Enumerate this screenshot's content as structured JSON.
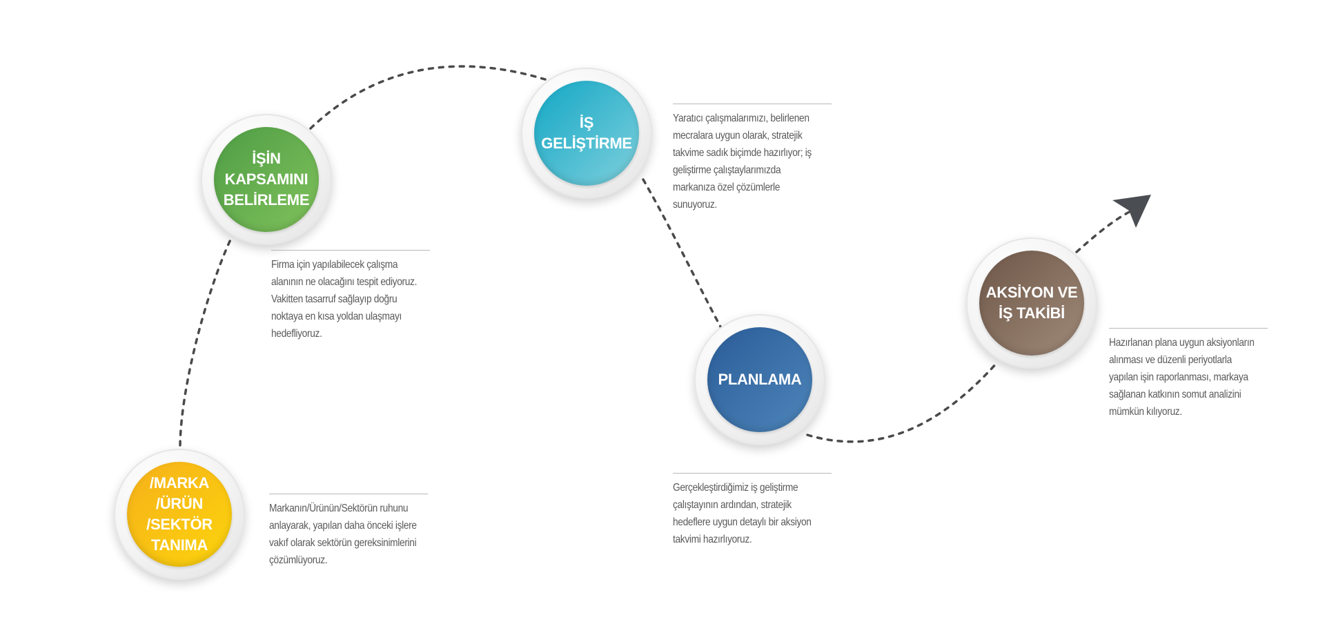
{
  "steps": [
    {
      "title": "/MARKA\n/ÜRÜN\n/SEKTÖR\nTANIMA",
      "description": "Markanın/Ürünün/Sektörün ruhunu anlayarak, yapılan daha önceki işlere vakıf olarak sektörün gereksinimlerini çözümlüyoruz.",
      "color_start": "#f6b11a",
      "color_end": "#fcd40c"
    },
    {
      "title": "İŞİN\nKAPSAMINI\nBELİRLEME",
      "description": "Firma için yapılabilecek çalışma alanının ne olacağını tespit ediyoruz. Vakitten tasarruf sağlayıp doğru noktaya en kısa yoldan ulaşmayı hedefliyoruz.",
      "color_start": "#4f9d45",
      "color_end": "#80c25c"
    },
    {
      "title": "İŞ\nGELİŞTİRME",
      "description": "Yaratıcı çalışmalarımızı, belirlenen mecralara uygun olarak, stratejik takvime sadık biçimde hazırlıyor; iş geliştirme çalıştaylarımızda markanıza özel çözümlerle sunuyoruz.",
      "color_start": "#13a7c5",
      "color_end": "#7fd0dc"
    },
    {
      "title": "PLANLAMA",
      "description": "Gerçekleştirdiğimiz iş geliştirme çalıştayının ardından, stratejik hedeflere uygun detaylı bir aksiyon takvimi hazırlıyoruz.",
      "color_start": "#2b5d98",
      "color_end": "#4d85ba"
    },
    {
      "title": "AKSİYON VE\nİŞ TAKİBİ",
      "description": "Hazırlanan plana uygun aksiyonların alınması ve düzenli periyotlarla yapılan işin raporlanması, markaya sağlanan katkının somut analizini mümkün kılıyoruz.",
      "color_start": "#6e5748",
      "color_end": "#a08a79"
    }
  ],
  "path_color": "#4a4a4a",
  "arrow_color": "#4a4d52"
}
